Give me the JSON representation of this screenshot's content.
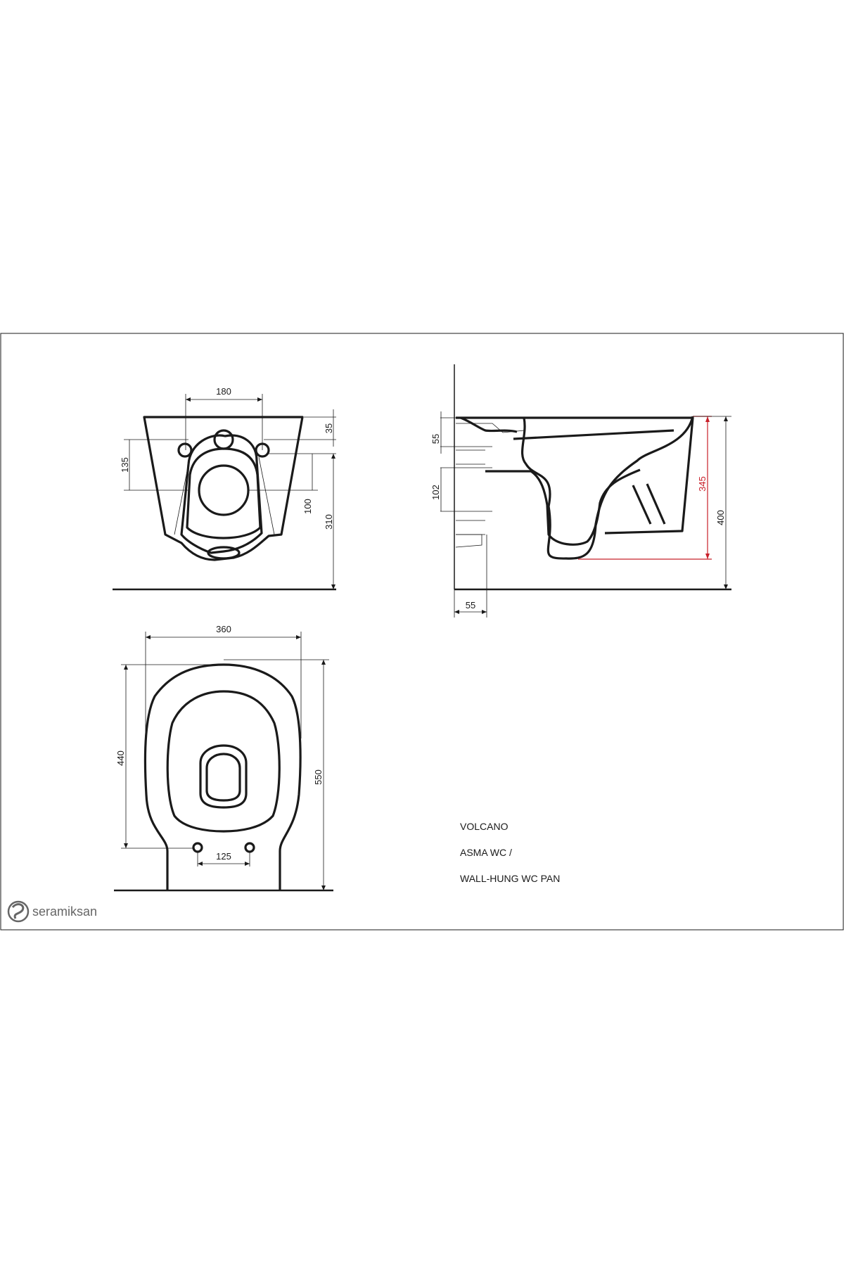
{
  "colors": {
    "line": "#1a1a1a",
    "accent_dimension": "#c8202a",
    "logo": "#666666"
  },
  "brand": {
    "name": "seramiksan"
  },
  "product": {
    "name": "VOLCANO",
    "type_tr": "ASMA WC /",
    "type_en": "WALL-HUNG WC PAN"
  },
  "front_view": {
    "dims": {
      "width_holes": "180",
      "top": "35",
      "left_height": "135",
      "hole_height": "100",
      "total_height": "310"
    }
  },
  "side_view": {
    "dims": {
      "top_offset": "55",
      "outlet": "102",
      "wall_offset": "55",
      "rim_height": "345",
      "total_height": "400"
    }
  },
  "top_view": {
    "dims": {
      "width": "360",
      "inner_length": "440",
      "total_length": "550",
      "bolt_spacing": "125"
    }
  }
}
